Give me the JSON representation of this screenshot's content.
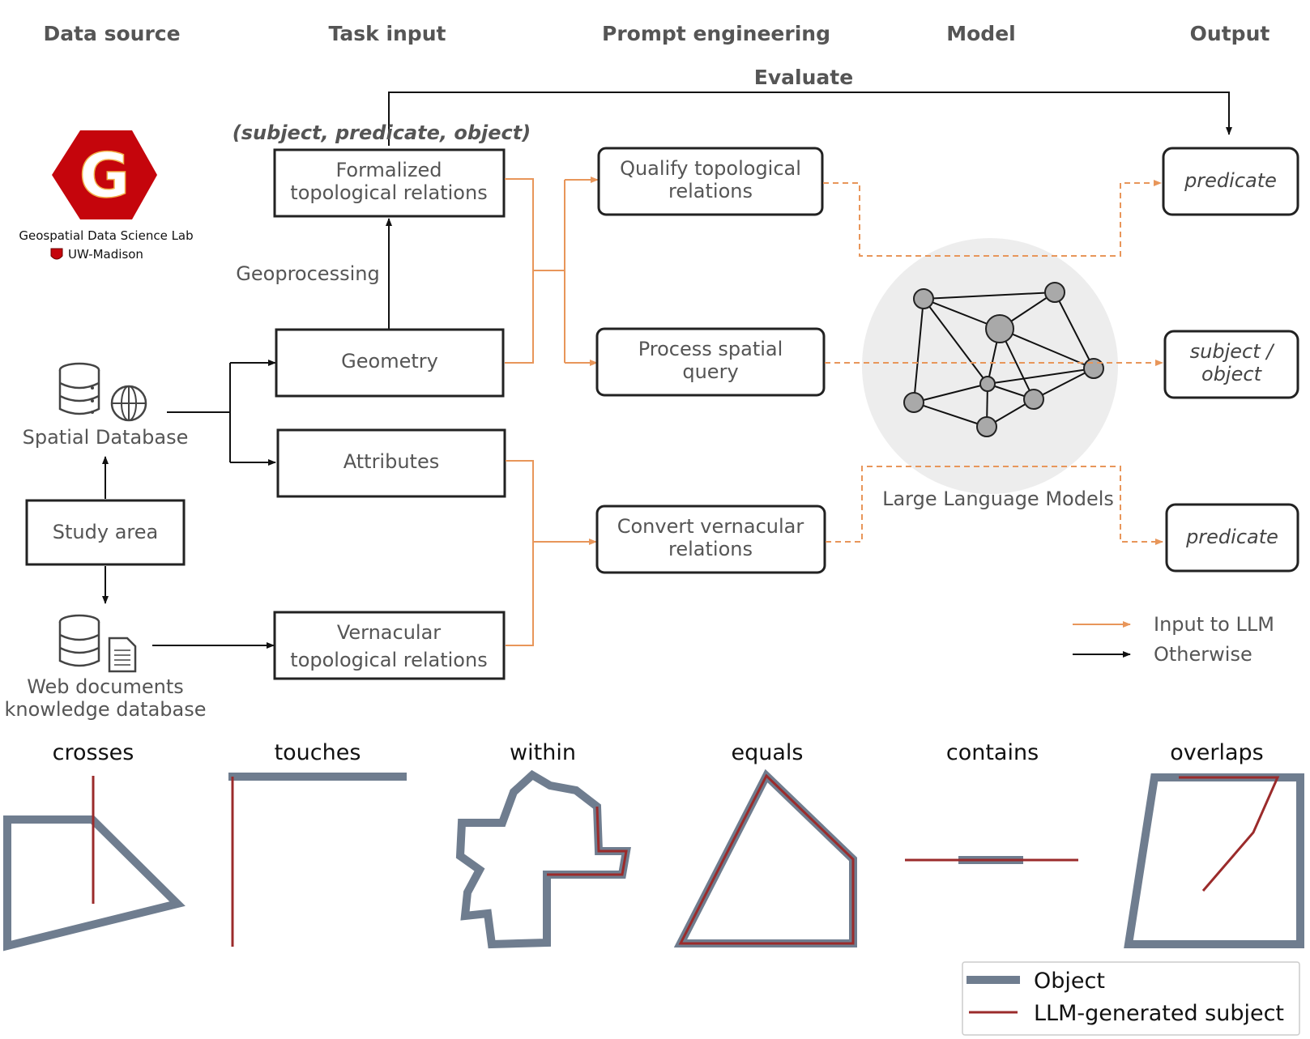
{
  "headers": {
    "data_source": "Data source",
    "task_input": "Task input",
    "prompt_engineering": "Prompt engineering",
    "model": "Model",
    "output": "Output"
  },
  "evaluate": "Evaluate",
  "triple": "(subject, predicate, object)",
  "logo": {
    "letter": "G",
    "lab": "Geospatial Data Science Lab",
    "university": "UW-Madison",
    "color": "#c5050c"
  },
  "sources": {
    "spatial_db": "Spatial Database",
    "study_area": "Study area",
    "web_docs_line1": "Web documents",
    "web_docs_line2": "knowledge database"
  },
  "task_inputs": {
    "formalized_line1": "Formalized",
    "formalized_line2": "topological relations",
    "geoprocessing": "Geoprocessing",
    "geometry": "Geometry",
    "attributes": "Attributes",
    "vernacular_line1": "Vernacular",
    "vernacular_line2": "topological relations"
  },
  "prompts": {
    "qualify_line1": "Qualify topological",
    "qualify_line2": "relations",
    "process_line1": "Process spatial",
    "process_line2": "query",
    "convert_line1": "Convert vernacular",
    "convert_line2": "relations"
  },
  "model": {
    "label": "Large Language Models"
  },
  "outputs": {
    "top": "predicate",
    "middle_line1": "subject /",
    "middle_line2": "object",
    "bottom": "predicate"
  },
  "arrow_legend": {
    "input": "Input to LLM",
    "otherwise": "Otherwise",
    "input_color": "#e8965a",
    "otherwise_color": "#111111"
  },
  "relations": [
    "crosses",
    "touches",
    "within",
    "equals",
    "contains",
    "overlaps"
  ],
  "geometry_legend": {
    "object": "Object",
    "subject": "LLM-generated subject",
    "object_color": "#6f7d8f",
    "subject_color": "#9b2b2b"
  }
}
